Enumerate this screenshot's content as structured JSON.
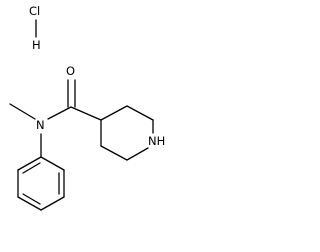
{
  "molecule": {
    "salt_symbols": {
      "chlorine": "Cl",
      "hydrogen": "H"
    },
    "atom_labels": {
      "carbonyl_oxygen": "O",
      "amide_nitrogen": "N",
      "ring_nitrogen": "NH"
    },
    "bond_color": "#000000",
    "label_color": "#000000"
  }
}
